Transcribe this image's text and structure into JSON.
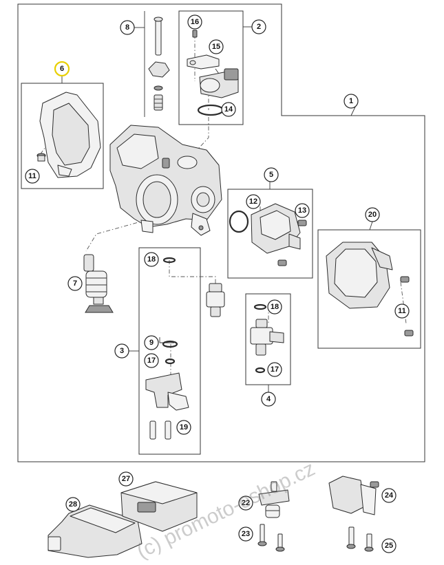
{
  "callouts": {
    "c1": "1",
    "c2": "2",
    "c3": "3",
    "c4": "4",
    "c5": "5",
    "c6": "6",
    "c7": "7",
    "c8": "8",
    "c9": "9",
    "c11a": "11",
    "c11b": "11",
    "c12": "12",
    "c13": "13",
    "c14": "14",
    "c15": "15",
    "c16": "16",
    "c17a": "17",
    "c17b": "17",
    "c18a": "18",
    "c18b": "18",
    "c19": "19",
    "c20": "20",
    "c22": "22",
    "c23": "23",
    "c24": "24",
    "c25": "25",
    "c27": "27",
    "c28": "28"
  },
  "highlight_color": "#e8cf00",
  "watermark": "(c) promoto-eshop.cz"
}
